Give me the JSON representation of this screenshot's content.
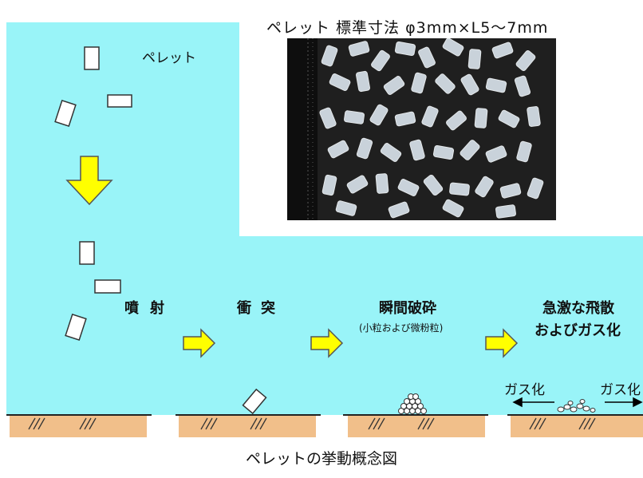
{
  "photo_title": "ペレット 標準寸法 φ3mm×L5～7mm",
  "pellet_label": "ペレット",
  "stages": {
    "spray": "噴射",
    "impact": "衝突",
    "fracture": "瞬間破砕",
    "fracture_note": "(小粒および微粉粒)",
    "scatter_line1": "急激な飛散",
    "scatter_line2": "およびガス化"
  },
  "gas_left": "ガス化",
  "gas_right": "ガス化",
  "caption": "ペレットの挙動概念図",
  "colors": {
    "background_area": "#99f4f8",
    "arrow_yellow": "#ffff00",
    "ground": "#f1bf8a",
    "pellet": "#ffffff"
  }
}
